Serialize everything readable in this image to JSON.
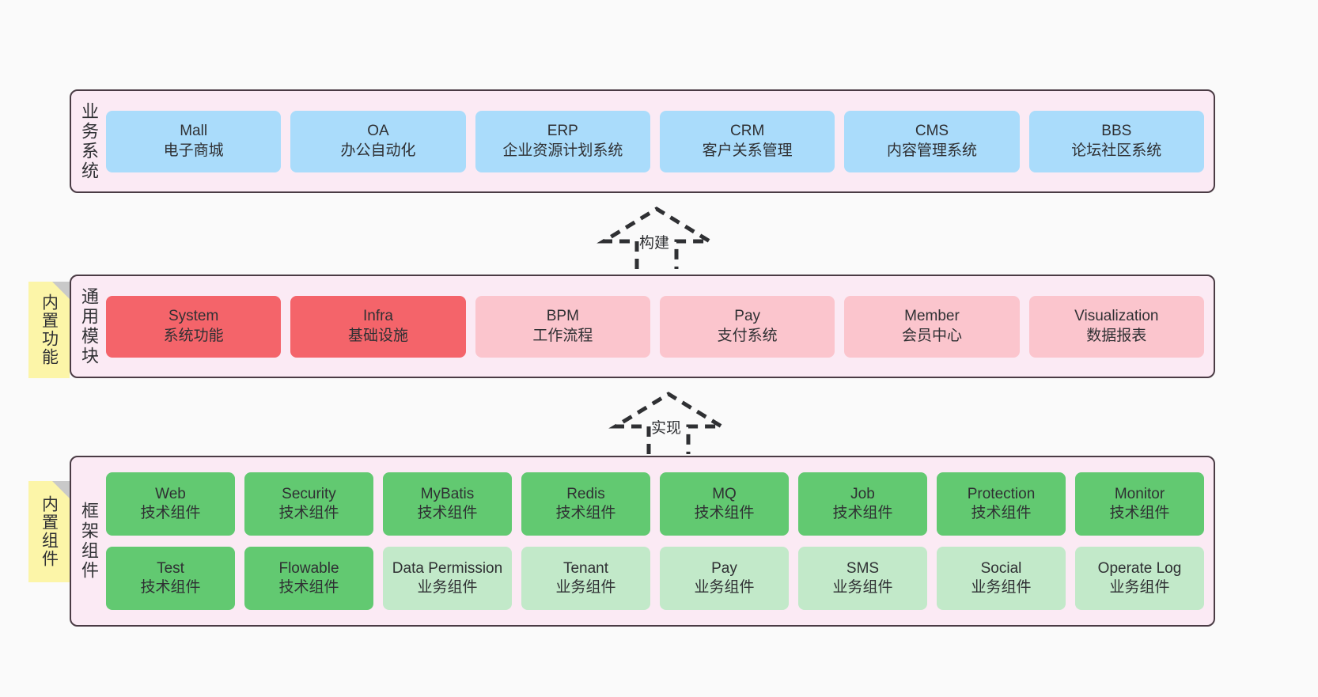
{
  "diagram": {
    "title": "Architecture layers",
    "background": "#fafafa",
    "panel_fill": "#fbeaf4",
    "panel_stroke": "#4a3b44",
    "note_fill": "#fcf5a8"
  },
  "notes": [
    {
      "label": "内置功能",
      "name": "note-builtin-features"
    },
    {
      "label": "内置组件",
      "name": "note-builtin-components"
    }
  ],
  "connectors": [
    {
      "label": "构建",
      "style": "dashed-hollow-arrow-up"
    },
    {
      "label": "实现",
      "style": "dashed-hollow-arrow-up"
    }
  ],
  "layers": [
    {
      "key": "business",
      "label": "业务系统",
      "rows": [
        {
          "cards": [
            {
              "t1": "Mall",
              "t2": "电子商城",
              "color": "blue",
              "hex": "#aadcfb"
            },
            {
              "t1": "OA",
              "t2": "办公自动化",
              "color": "blue",
              "hex": "#aadcfb"
            },
            {
              "t1": "ERP",
              "t2": "企业资源计划系统",
              "color": "blue",
              "hex": "#aadcfb"
            },
            {
              "t1": "CRM",
              "t2": "客户关系管理",
              "color": "blue",
              "hex": "#aadcfb"
            },
            {
              "t1": "CMS",
              "t2": "内容管理系统",
              "color": "blue",
              "hex": "#aadcfb"
            },
            {
              "t1": "BBS",
              "t2": "论坛社区系统",
              "color": "blue",
              "hex": "#aadcfb"
            }
          ]
        }
      ]
    },
    {
      "key": "common",
      "label": "通用模块",
      "rows": [
        {
          "cards": [
            {
              "t1": "System",
              "t2": "系统功能",
              "color": "red",
              "hex": "#f4646a"
            },
            {
              "t1": "Infra",
              "t2": "基础设施",
              "color": "red",
              "hex": "#f4646a"
            },
            {
              "t1": "BPM",
              "t2": "工作流程",
              "color": "pink",
              "hex": "#fbc5cd"
            },
            {
              "t1": "Pay",
              "t2": "支付系统",
              "color": "pink",
              "hex": "#fbc5cd"
            },
            {
              "t1": "Member",
              "t2": "会员中心",
              "color": "pink",
              "hex": "#fbc5cd"
            },
            {
              "t1": "Visualization",
              "t2": "数据报表",
              "color": "pink",
              "hex": "#fbc5cd"
            }
          ]
        }
      ]
    },
    {
      "key": "framework",
      "label": "框架组件",
      "rows": [
        {
          "cards": [
            {
              "t1": "Web",
              "t2": "技术组件",
              "color": "green",
              "hex": "#62c971"
            },
            {
              "t1": "Security",
              "t2": "技术组件",
              "color": "green",
              "hex": "#62c971"
            },
            {
              "t1": "MyBatis",
              "t2": "技术组件",
              "color": "green",
              "hex": "#62c971"
            },
            {
              "t1": "Redis",
              "t2": "技术组件",
              "color": "green",
              "hex": "#62c971"
            },
            {
              "t1": "MQ",
              "t2": "技术组件",
              "color": "green",
              "hex": "#62c971"
            },
            {
              "t1": "Job",
              "t2": "技术组件",
              "color": "green",
              "hex": "#62c971"
            },
            {
              "t1": "Protection",
              "t2": "技术组件",
              "color": "green",
              "hex": "#62c971"
            },
            {
              "t1": "Monitor",
              "t2": "技术组件",
              "color": "green",
              "hex": "#62c971"
            }
          ]
        },
        {
          "cards": [
            {
              "t1": "Test",
              "t2": "技术组件",
              "color": "green",
              "hex": "#62c971"
            },
            {
              "t1": "Flowable",
              "t2": "技术组件",
              "color": "green",
              "hex": "#62c971"
            },
            {
              "t1": "Data Permission",
              "t2": "业务组件",
              "color": "greenlight",
              "hex": "#c2e9c9"
            },
            {
              "t1": "Tenant",
              "t2": "业务组件",
              "color": "greenlight",
              "hex": "#c2e9c9"
            },
            {
              "t1": "Pay",
              "t2": "业务组件",
              "color": "greenlight",
              "hex": "#c2e9c9"
            },
            {
              "t1": "SMS",
              "t2": "业务组件",
              "color": "greenlight",
              "hex": "#c2e9c9"
            },
            {
              "t1": "Social",
              "t2": "业务组件",
              "color": "greenlight",
              "hex": "#c2e9c9"
            },
            {
              "t1": "Operate Log",
              "t2": "业务组件",
              "color": "greenlight",
              "hex": "#c2e9c9"
            }
          ]
        }
      ]
    }
  ]
}
